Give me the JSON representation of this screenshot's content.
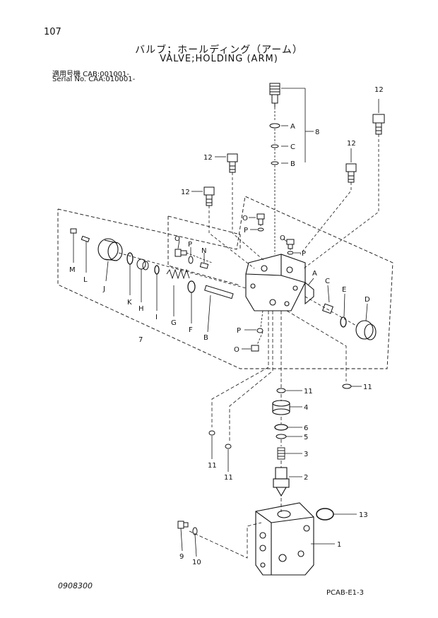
{
  "header": {
    "page_number": "107",
    "title_jp": "バルブ；ホールディング（アーム）",
    "title_en": "VALVE;HOLDING (ARM)",
    "serial_jp": "適用号機 CAB:001001-",
    "serial_en": "Serial No. CAA:010001-"
  },
  "callouts": {
    "c12a": "12",
    "c12b": "12",
    "c12c": "12",
    "c12d": "12",
    "cA1": "A",
    "cC1": "C",
    "cB1": "B",
    "c8": "8",
    "cO1": "O",
    "cP1": "P",
    "cO2": "O",
    "cP2": "P",
    "cO3": "O",
    "cP3": "P",
    "cN": "N",
    "cM": "M",
    "cL": "L",
    "cJ": "J",
    "cK": "K",
    "cH": "H",
    "cI": "I",
    "cG": "G",
    "cF": "F",
    "cB2": "B",
    "c7": "7",
    "cA2": "A",
    "cC2": "C",
    "cE": "E",
    "cD": "D",
    "cP4": "P",
    "cO4": "O",
    "c11a": "11",
    "c11b": "11",
    "c11c": "11",
    "c11d": "11",
    "c4": "4",
    "c6": "6",
    "c5": "5",
    "c3": "3",
    "c2": "2",
    "c13": "13",
    "c1": "1",
    "c9": "9",
    "c10": "10"
  },
  "footer": {
    "doc_number": "0908300",
    "catalog_code": "PCAB-E1-3"
  }
}
